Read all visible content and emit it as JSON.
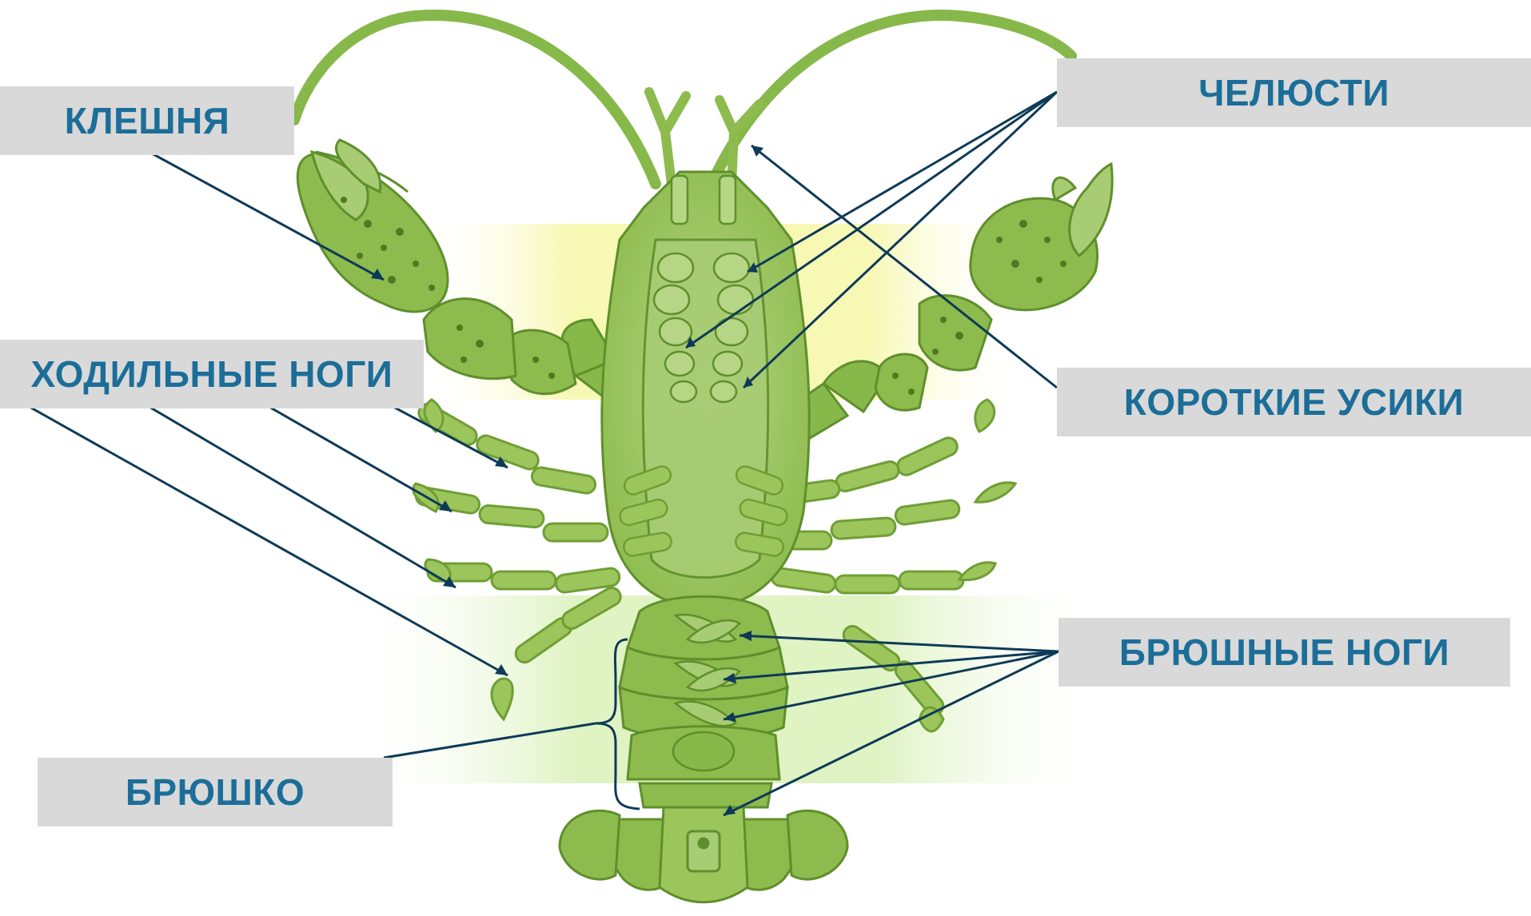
{
  "labels": {
    "claw": "КЛЕШНЯ",
    "walking_legs": "ХОДИЛЬНЫЕ НОГИ",
    "abdomen": "БРЮШКО",
    "jaws": "ЧЕЛЮСТИ",
    "short_antennae": "КОРОТКИЕ УСИКИ",
    "abdominal_legs": "БРЮШНЫЕ НОГИ"
  },
  "colors": {
    "label_text": "#1c6e99",
    "label_bg": "#d9d9d9",
    "leader_line": "#0e3a57",
    "body_light": "#a8cc74",
    "body_mid": "#8dbb4d",
    "body_dark": "#5f8f2c",
    "spots": "#4e7a22",
    "glow_yellow": "#f7f7a8",
    "glow_green": "#d7f0b4"
  }
}
